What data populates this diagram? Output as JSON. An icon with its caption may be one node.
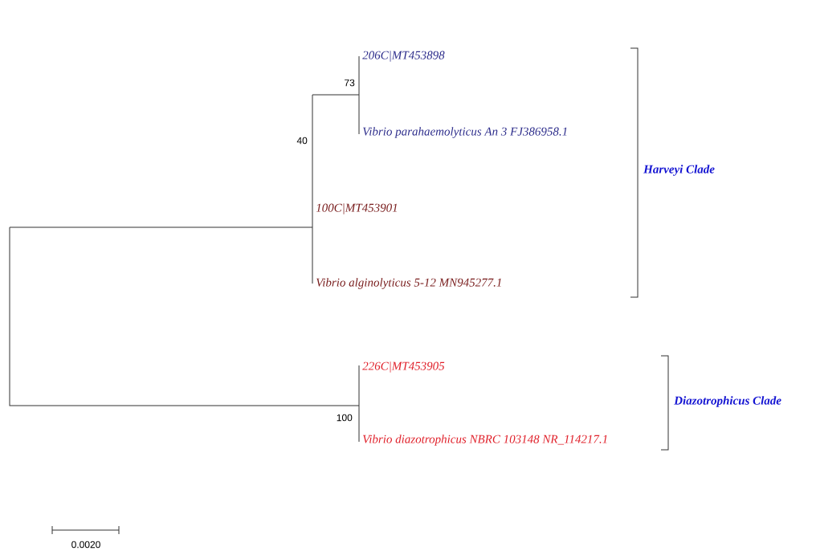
{
  "diagram": {
    "nodes": [
      {
        "text": [
          "206C|MT453898"
        ]
      },
      {
        "text": [
          "Vibrio  parahaemolyticus An 3 FJ386958.1"
        ]
      },
      {
        "text": [
          "100C|MT453901"
        ]
      },
      {
        "text": [
          "Vibrio alginolyticus 5-12  MN945277.1"
        ]
      },
      {
        "text": [
          "226C|MT453905"
        ]
      },
      {
        "text": [
          "Vibrio diazotrophicus  NBRC 103148 NR_114217.1"
        ]
      },
      {
        "text": [
          "Harveyi Clade"
        ]
      },
      {
        "text": [
          "Diazotrophicus Clade"
        ]
      }
    ],
    "labels": [
      "73",
      "40",
      "100",
      "0.0020"
    ]
  }
}
